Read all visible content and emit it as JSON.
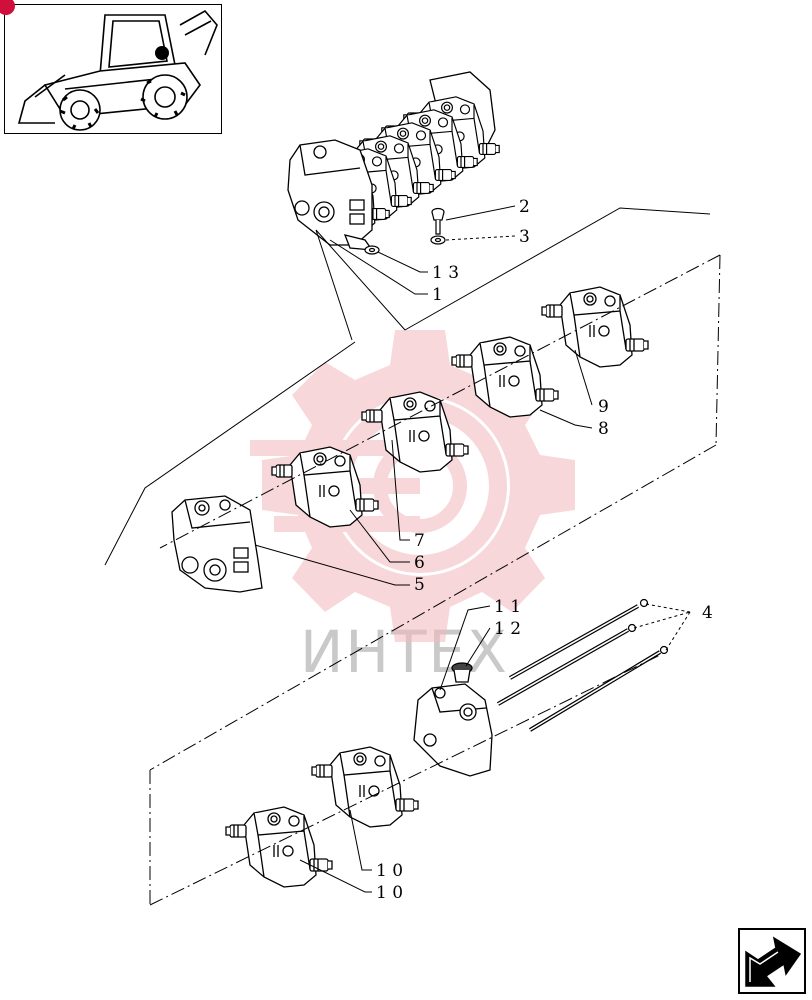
{
  "diagram": {
    "watermark_text": "ИНТЕХ",
    "callouts": [
      {
        "id": "2",
        "label": "2"
      },
      {
        "id": "3",
        "label": "3"
      },
      {
        "id": "13",
        "label": "1 3"
      },
      {
        "id": "1",
        "label": "1"
      },
      {
        "id": "9",
        "label": "9"
      },
      {
        "id": "8",
        "label": "8"
      },
      {
        "id": "7",
        "label": "7"
      },
      {
        "id": "6",
        "label": "6"
      },
      {
        "id": "5",
        "label": "5"
      },
      {
        "id": "11",
        "label": "1 1"
      },
      {
        "id": "12",
        "label": "1 2"
      },
      {
        "id": "4",
        "label": "4"
      },
      {
        "id": "10a",
        "label": "1 0"
      },
      {
        "id": "10b",
        "label": "1 0"
      }
    ]
  },
  "colors": {
    "watermark": "#f2b8bc",
    "badge": "#d0103a",
    "ink": "#000000"
  },
  "icons": {
    "nav": "next-page-arrow-icon",
    "thumbnail": "backhoe-loader-icon"
  }
}
